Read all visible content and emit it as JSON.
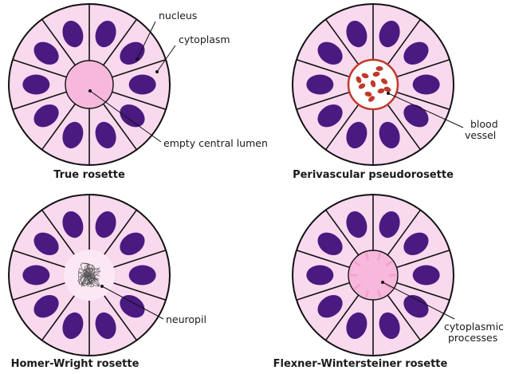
{
  "colors": {
    "cell_fill": "#f9d9ee",
    "center_fill": "#f7b8dc",
    "nucleus_fill": "#4a1a80",
    "outline": "#111111",
    "rbc_fill": "#c0392b",
    "background": "#ffffff"
  },
  "rosettes": [
    {
      "id": "true",
      "caption": "True rosette",
      "center": "empty-lumen",
      "labels": {
        "nucleus": "nucleus",
        "cytoplasm": "cytoplasm",
        "center": "empty central lumen"
      }
    },
    {
      "id": "perivascular",
      "caption": "Perivascular pseudorosette",
      "center": "blood-vessel",
      "labels": {
        "center_line1": "blood",
        "center_line2": "vessel"
      }
    },
    {
      "id": "homer-wright",
      "caption": "Homer-Wright rosette",
      "center": "neuropil",
      "labels": {
        "center": "neuropil"
      }
    },
    {
      "id": "flexner",
      "caption": "Flexner-Wintersteiner rosette",
      "center": "processes",
      "labels": {
        "center_line1": "cytoplasmic",
        "center_line2": "processes"
      }
    }
  ]
}
